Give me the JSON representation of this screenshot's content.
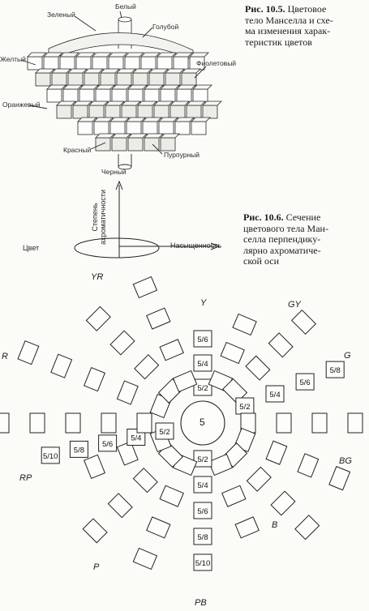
{
  "figure_10_5": {
    "caption_number": "Рис. 10.5.",
    "caption_lines": [
      "Цветовое",
      "тело Манселла и схе-",
      "ма изменения харак-",
      "теристик цветов"
    ],
    "solid_labels": {
      "white": "Белый",
      "green": "Зеленый",
      "blue": "Голубой",
      "yellow": "Желтый",
      "violet": "Фиолетовый",
      "orange": "Оранжевый",
      "red": "Красный",
      "purple": "Пурпурный",
      "black": "Черный"
    },
    "axis_labels": {
      "vertical_line1": "Степень",
      "vertical_line2": "ахроматичности",
      "hue": "Цвет",
      "saturation": "Насыщенность"
    }
  },
  "figure_10_6": {
    "caption_number": "Рис. 10.6.",
    "caption_lines": [
      "Сечение",
      "цветового тела Ман-",
      "селла перпендику-",
      "лярно ахроматиче-",
      "ской оси"
    ],
    "center_value": "5",
    "hue_labels": {
      "Y": "Y",
      "GY": "GY",
      "G": "G",
      "BG": "BG",
      "B": "B",
      "PB": "PB",
      "P": "P",
      "RP": "RP",
      "R": "R",
      "YR": "YR"
    },
    "chip_labels": {
      "Y": [
        "5/2",
        "5/4",
        "5/6"
      ],
      "G": [
        "5/2",
        "5/4",
        "5/6",
        "5/8"
      ],
      "PB": [
        "5/2",
        "5/4",
        "5/6",
        "5/8",
        "5/10"
      ],
      "RP": [
        "5/2",
        "5/4",
        "5/6",
        "5/8",
        "5/10"
      ]
    }
  }
}
